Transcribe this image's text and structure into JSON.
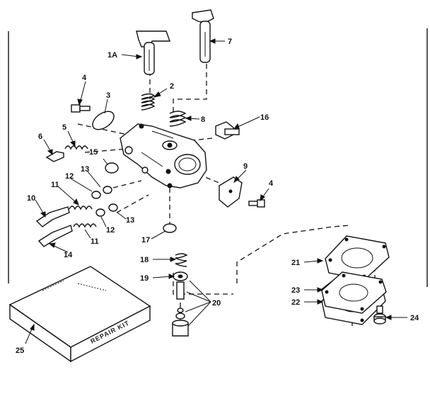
{
  "diagram": {
    "callouts": {
      "c1a": "1A",
      "c2": "2",
      "c3": "3",
      "c4a": "4",
      "c4b": "4",
      "c5": "5",
      "c6": "6",
      "c7": "7",
      "c8": "8",
      "c9": "9",
      "c10": "10",
      "c11a": "11",
      "c11b": "11",
      "c12a": "12",
      "c12b": "12",
      "c13a": "13",
      "c13b": "13",
      "c14": "14",
      "c15": "15",
      "c16": "16",
      "c17": "17",
      "c18": "18",
      "c19": "19",
      "c20": "20",
      "c21": "21",
      "c22": "22",
      "c23": "23",
      "c24": "24",
      "c25": "25"
    },
    "repair_kit_label": "REPAIR KIT"
  }
}
